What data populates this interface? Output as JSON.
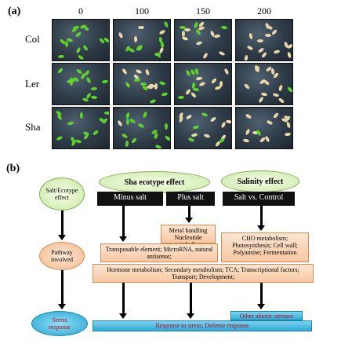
{
  "panel_a": {
    "label": "(a)",
    "columns": [
      "0",
      "100",
      "150",
      "200"
    ],
    "rows": [
      "Col",
      "Ler",
      "Sha"
    ]
  },
  "panel_b": {
    "label": "(b)",
    "left_column": {
      "salt_ecotype": "Salt/Ecotype effect",
      "pathway": "Pathway involved",
      "stress": "Stress response"
    },
    "sha_effect": "Sha ecotype effect",
    "salinity_effect": "Salinity effect",
    "minus_salt": "Minus salt",
    "plus_salt": "Plus salt",
    "salt_vs_control": "Salt vs. Control",
    "metal_box": "Metal handling Nucleotide metabolism",
    "transposable_box": "Transposable element; MicroRNA, natural antisense;",
    "cho_box": "CHO metabolism; Photosynthesis; Cell wall; Polyamine; Fermentation",
    "hormone_box": "Hormone metabolism; Secondary metabolism; TCA; Transcriptional factors; Transport; Development;",
    "other_abiotic": "Other abiotic stresses",
    "response_bar": "Response to stress; Defense response"
  },
  "colors": {
    "orange_box": "#f7c7a1",
    "green_cloud": "#cbe7a8",
    "blue_bar": "#2fa9d6",
    "red_text": "#c0001a"
  }
}
